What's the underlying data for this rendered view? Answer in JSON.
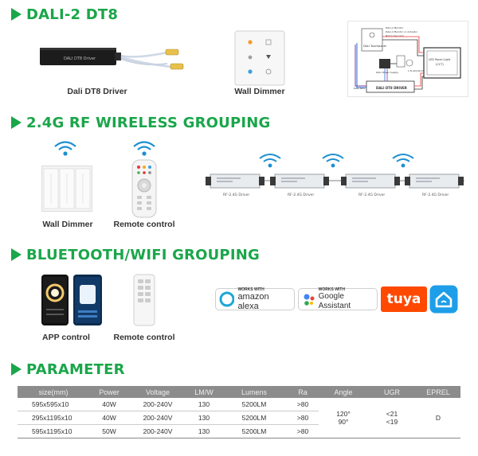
{
  "sections": {
    "dali": "DALI-2 DT8",
    "rf": "2.4G RF WIRELESS GROUPING",
    "bt": "BLUETOOTH/WIFI GROUPING",
    "param": "PARAMETER"
  },
  "dali": {
    "driver_caption": "Dali DT8 Driver",
    "dimmer_caption": "Wall Dimmer",
    "driver_label": "DALI DT8 Driver",
    "diagram": {
      "legend": [
        "DALI-2 Monitor",
        "DALI-2 Monitor or Actuator",
        "Not in big color"
      ],
      "dimmer_label": "DALI Touchpanel",
      "psu_label": "DALI Power Supply",
      "bus_label": "DALI BUS",
      "mains_label": "L N AC100-240V",
      "driver_label": "DALI DT8 DRIVER",
      "panel_label": "LED Panel Light",
      "panel_sub": "(CCT)"
    }
  },
  "rf": {
    "dimmer_caption": "Wall Dimmer",
    "remote_caption": "Remote control",
    "driver_labels": [
      "RF-2.4G Driver",
      "RF-2.4G Driver",
      "RF-2.4G Driver",
      "RF-2.4G Driver"
    ]
  },
  "bt": {
    "app_caption": "APP control",
    "remote_caption": "Remote control",
    "alexa_small": "WORKS WITH",
    "alexa_big": "amazon alexa",
    "google_small": "WORKS WITH",
    "google_big": "Google Assistant",
    "tuya": "tuya"
  },
  "table": {
    "headers": [
      "size(mm)",
      "Power",
      "Voltage",
      "LM/W",
      "Lumens",
      "Ra",
      "Angle",
      "UGR",
      "EPREL"
    ],
    "rows": [
      [
        "595x595x10",
        "40W",
        "200-240V",
        "130",
        "5200LM",
        ">80"
      ],
      [
        "295x1195x10",
        "40W",
        "200-240V",
        "130",
        "5200LM",
        ">80"
      ],
      [
        "595x1195x10",
        "50W",
        "200-240V",
        "130",
        "5200LM",
        ">80"
      ]
    ],
    "angle": [
      "120°",
      "90°"
    ],
    "ugr": [
      "<21",
      "<19"
    ],
    "eprel": "D"
  },
  "colors": {
    "accent": "#1aa64a",
    "wifi": "#1d8fd1",
    "header_bg": "#8c8c8c"
  }
}
